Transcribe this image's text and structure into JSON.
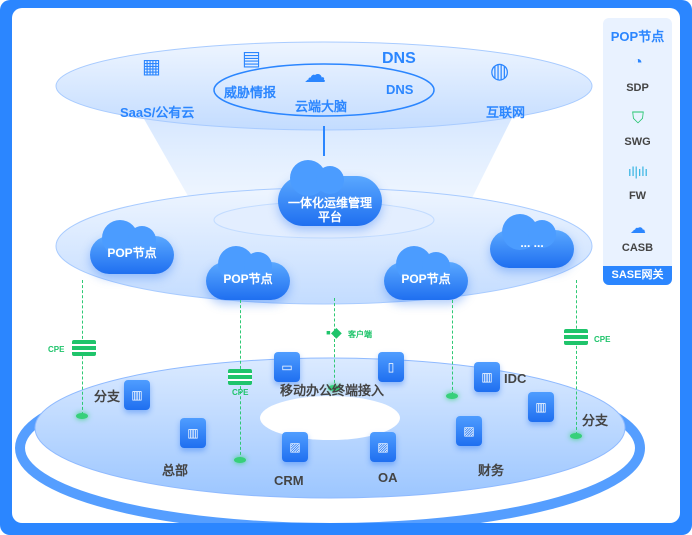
{
  "top_layer": {
    "items": [
      {
        "label": "SaaS/公有云",
        "icon": "apps-icon"
      },
      {
        "label": "威胁情报",
        "icon": "threat-report-icon"
      },
      {
        "label": "云端大脑",
        "icon": "brain-icon"
      },
      {
        "label": "DNS",
        "icon": "dns-icon"
      },
      {
        "label": "互联网",
        "icon": "globe-icon"
      }
    ]
  },
  "platform": {
    "line1": "一体化运维管理",
    "line2": "平台"
  },
  "pop_layer": {
    "nodes": [
      "POP节点",
      "POP节点",
      "POP节点",
      "... ..."
    ]
  },
  "edge": {
    "cpe": "CPE",
    "client": "客户端",
    "mobile": "移动办公终端接入",
    "branch_left": "分支",
    "branch_right": "分支",
    "idc": "IDC",
    "hq": "总部",
    "crm": "CRM",
    "oa": "OA",
    "finance": "财务"
  },
  "sidebar": {
    "title": "POP节点",
    "items": [
      {
        "label": "SDP",
        "icon": "sdp-icon"
      },
      {
        "label": "SWG",
        "icon": "swg-shield-icon"
      },
      {
        "label": "FW",
        "icon": "firewall-icon"
      },
      {
        "label": "CASB",
        "icon": "casb-cloud-icon"
      }
    ],
    "footer": "SASE网关"
  },
  "colors": {
    "primary": "#2b86ff",
    "green": "#1fc46b",
    "text": "#444444"
  }
}
